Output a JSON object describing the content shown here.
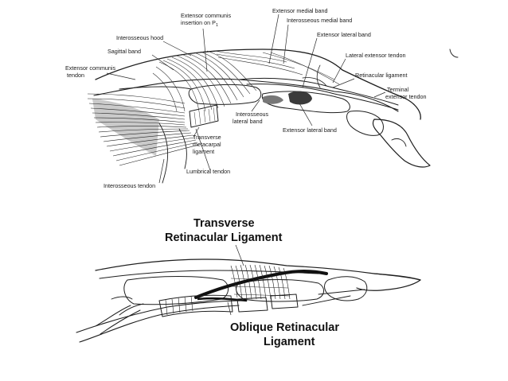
{
  "top_figure": {
    "labels": {
      "extensor_communis_insertion": "Extensor communis",
      "extensor_communis_insertion_2": "insertion on P",
      "extensor_communis_insertion_sub": "1",
      "extensor_medial_band": "Extensor medial band",
      "interosseous_medial_band": "Interosseous medial band",
      "interosseous_hood": "Interosseous hood",
      "extensor_lateral_band_top": "Extensor lateral band",
      "sagittal_band": "Sagittal band",
      "lateral_extensor_tendon": "Lateral extensor tendon",
      "extensor_communis_tendon_1": "Extensor communis",
      "extensor_communis_tendon_2": "tendon",
      "retinacular_ligament": "Retinacular ligament",
      "terminal_extensor_tendon_1": "Terminal",
      "terminal_extensor_tendon_2": "extensor tendon",
      "interosseous_lateral_band_1": "Interosseous",
      "interosseous_lateral_band_2": "lateral band",
      "extensor_lateral_band_bottom": "Extensor lateral band",
      "transverse_metacarpal_1": "Transverse",
      "transverse_metacarpal_2": "metacarpal",
      "transverse_metacarpal_3": "ligament",
      "lumbrical_tendon": "Lumbrical tendon",
      "interosseous_tendon": "Interosseous tendon"
    }
  },
  "bottom_figure": {
    "labels": {
      "transverse_retinacular_1": "Transverse",
      "transverse_retinacular_2": "Retinacular Ligament",
      "oblique_retinacular_1": "Oblique Retinacular",
      "oblique_retinacular_2": "Ligament"
    }
  }
}
